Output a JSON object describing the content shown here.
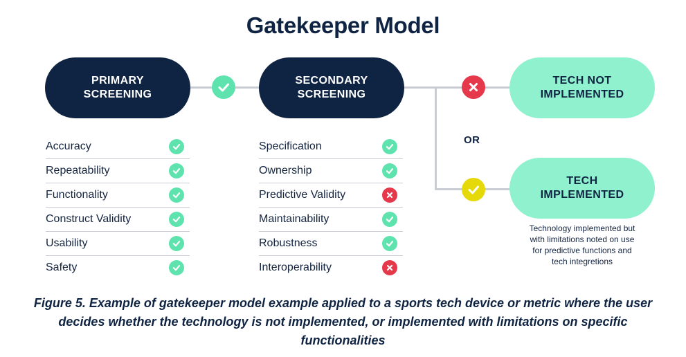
{
  "title": "Gatekeeper Model",
  "colors": {
    "navy": "#0f2342",
    "mint": "#8ff1cd",
    "pass_green": "#5ee3ae",
    "fail_red": "#e5384b",
    "ok_yellow": "#e5d90a",
    "connector_grey": "#c9ccd2"
  },
  "primary": {
    "label_line1": "PRIMARY",
    "label_line2": "SCREENING",
    "criteria": [
      {
        "label": "Accuracy",
        "result": "pass",
        "icon": "check-icon"
      },
      {
        "label": "Repeatability",
        "result": "pass",
        "icon": "check-icon"
      },
      {
        "label": "Functionality",
        "result": "pass",
        "icon": "check-icon"
      },
      {
        "label": "Construct Validity",
        "result": "pass",
        "icon": "check-icon"
      },
      {
        "label": "Usability",
        "result": "pass",
        "icon": "check-icon"
      },
      {
        "label": "Safety",
        "result": "pass",
        "icon": "check-icon"
      }
    ]
  },
  "connector_primary_to_secondary": {
    "result": "pass",
    "icon": "check-icon"
  },
  "secondary": {
    "label_line1": "SECONDARY",
    "label_line2": "SCREENING",
    "criteria": [
      {
        "label": "Specification",
        "result": "pass",
        "icon": "check-icon"
      },
      {
        "label": "Ownership",
        "result": "pass",
        "icon": "check-icon"
      },
      {
        "label": "Predictive Validity",
        "result": "fail",
        "icon": "cross-icon"
      },
      {
        "label": "Maintainability",
        "result": "pass",
        "icon": "check-icon"
      },
      {
        "label": "Robustness",
        "result": "pass",
        "icon": "check-icon"
      },
      {
        "label": "Interoperability",
        "result": "fail",
        "icon": "cross-icon"
      }
    ]
  },
  "outcomes": {
    "not_implemented": {
      "label_line1": "TECH NOT",
      "label_line2": "IMPLEMENTED",
      "result": "fail",
      "icon": "cross-icon"
    },
    "or_label": "OR",
    "implemented": {
      "label_line1": "TECH",
      "label_line2": "IMPLEMENTED",
      "result": "pass-with-limitations",
      "icon": "check-icon",
      "note_lines": [
        "Technology implemented but",
        "with limitations noted on use",
        "for predictive functions and",
        "tech integretions"
      ]
    }
  },
  "caption": "Figure 5. Example of gatekeeper model example applied to a sports tech device or metric where the user decides whether the technology is not implemented, or implemented with limitations on specific functionalities"
}
